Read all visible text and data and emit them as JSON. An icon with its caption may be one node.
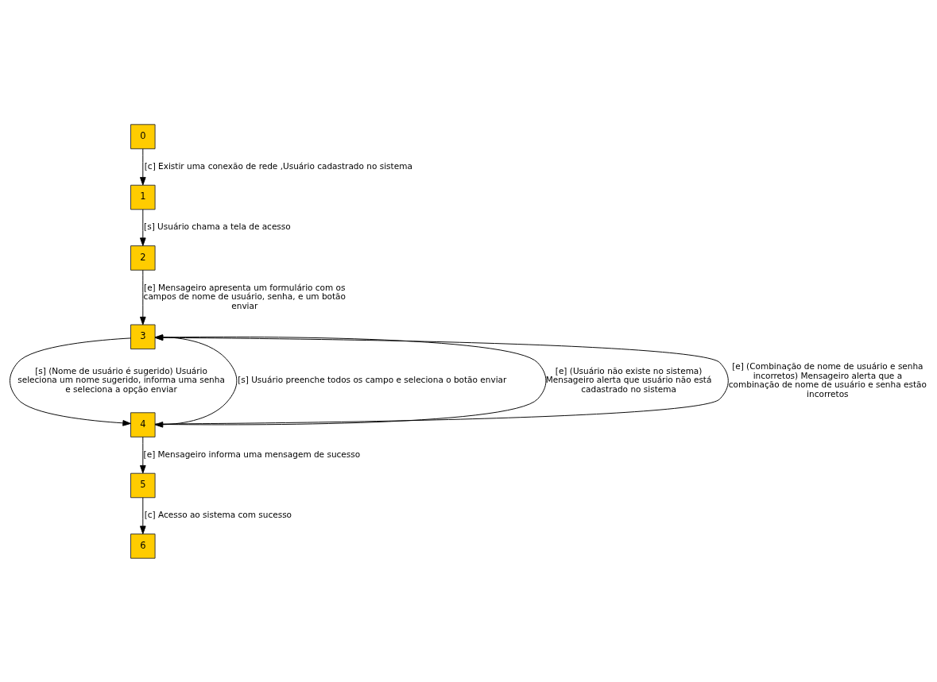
{
  "diagram": {
    "nodes": [
      {
        "text": [
          "0"
        ]
      },
      {
        "text": [
          "1"
        ]
      },
      {
        "text": [
          "2"
        ]
      },
      {
        "text": [
          "3"
        ]
      },
      {
        "text": [
          "4"
        ]
      },
      {
        "text": [
          "5"
        ]
      },
      {
        "text": [
          "6"
        ]
      }
    ],
    "edges": [
      {
        "from": 0,
        "to": 1,
        "arrow": "to",
        "label": "[c] Existir uma conexão de rede ,Usuário cadastrado no sistema"
      },
      {
        "from": 1,
        "to": 2,
        "arrow": "to",
        "label": "[s] Usuário chama a tela de acesso"
      },
      {
        "from": 2,
        "to": 3,
        "arrow": "to",
        "label": "[e] Mensageiro apresenta um formulário com os campos de nome de usuário, senha, e um botão enviar"
      },
      {
        "from": 3,
        "to": 4,
        "arrow": "to",
        "label": "[s] (Nome de usuário é sugerido) Usuário seleciona um nome sugerido, informa uma senha e seleciona a opção enviar"
      },
      {
        "from": 4,
        "to": 3,
        "arrow": "to",
        "label": "[e] (Usuário não existe no sistema) Mensageiro alerta que usuário não está cadastrado no sistema"
      },
      {
        "from": 3,
        "to": 4,
        "arrow": "to",
        "label": "[s] Usuário preenche todos os campo e seleciona o botão enviar"
      },
      {
        "from": 4,
        "to": 3,
        "arrow": "to",
        "label": "[e] (Combinação de nome de usuário e senha incorretos) Mensageiro alerta que a combinação de nome de usuário e senha estão incorretos"
      },
      {
        "from": 4,
        "to": 5,
        "arrow": "to",
        "label": "[e] Mensageiro informa uma mensagem de sucesso"
      },
      {
        "from": 5,
        "to": 6,
        "arrow": "to",
        "label": "[c] Acesso ao sistema com sucesso"
      }
    ]
  }
}
